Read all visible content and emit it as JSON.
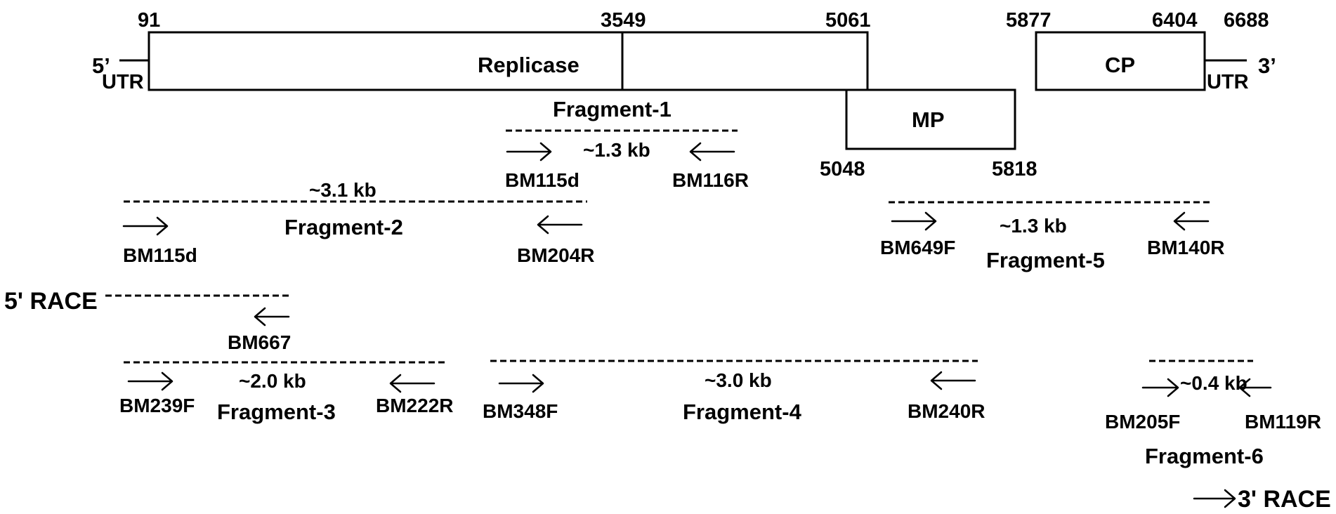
{
  "genome": {
    "positions": {
      "p91": "91",
      "p3549": "3549",
      "p5061": "5061",
      "p5877": "5877",
      "p6404": "6404",
      "p6688": "6688",
      "p5048": "5048",
      "p5818": "5818"
    },
    "utr5": {
      "end": "5’",
      "label": "UTR"
    },
    "utr3": {
      "end": "3’",
      "label": "UTR"
    },
    "orfs": {
      "replicase": "Replicase",
      "cp": "CP",
      "mp": "MP"
    }
  },
  "fragments": {
    "f1": {
      "name": "Fragment-1",
      "size": "~1.3 kb",
      "fwd": "BM115d",
      "rev": "BM116R"
    },
    "f2": {
      "name": "Fragment-2",
      "size": "~3.1 kb",
      "fwd": "BM115d",
      "rev": "BM204R"
    },
    "f3": {
      "name": "Fragment-3",
      "size": "~2.0 kb",
      "fwd": "BM239F",
      "rev": "BM222R"
    },
    "f4": {
      "name": "Fragment-4",
      "size": "~3.0 kb",
      "fwd": "BM348F",
      "rev": "BM240R"
    },
    "f5": {
      "name": "Fragment-5",
      "size": "~1.3 kb",
      "fwd": "BM649F",
      "rev": "BM140R"
    },
    "f6": {
      "name": "Fragment-6",
      "size": "~0.4 kb",
      "fwd": "BM205F",
      "rev": "BM119R"
    }
  },
  "race": {
    "r5": {
      "label": "5' RACE",
      "primer": "BM667"
    },
    "r3": {
      "label": "3' RACE"
    }
  }
}
